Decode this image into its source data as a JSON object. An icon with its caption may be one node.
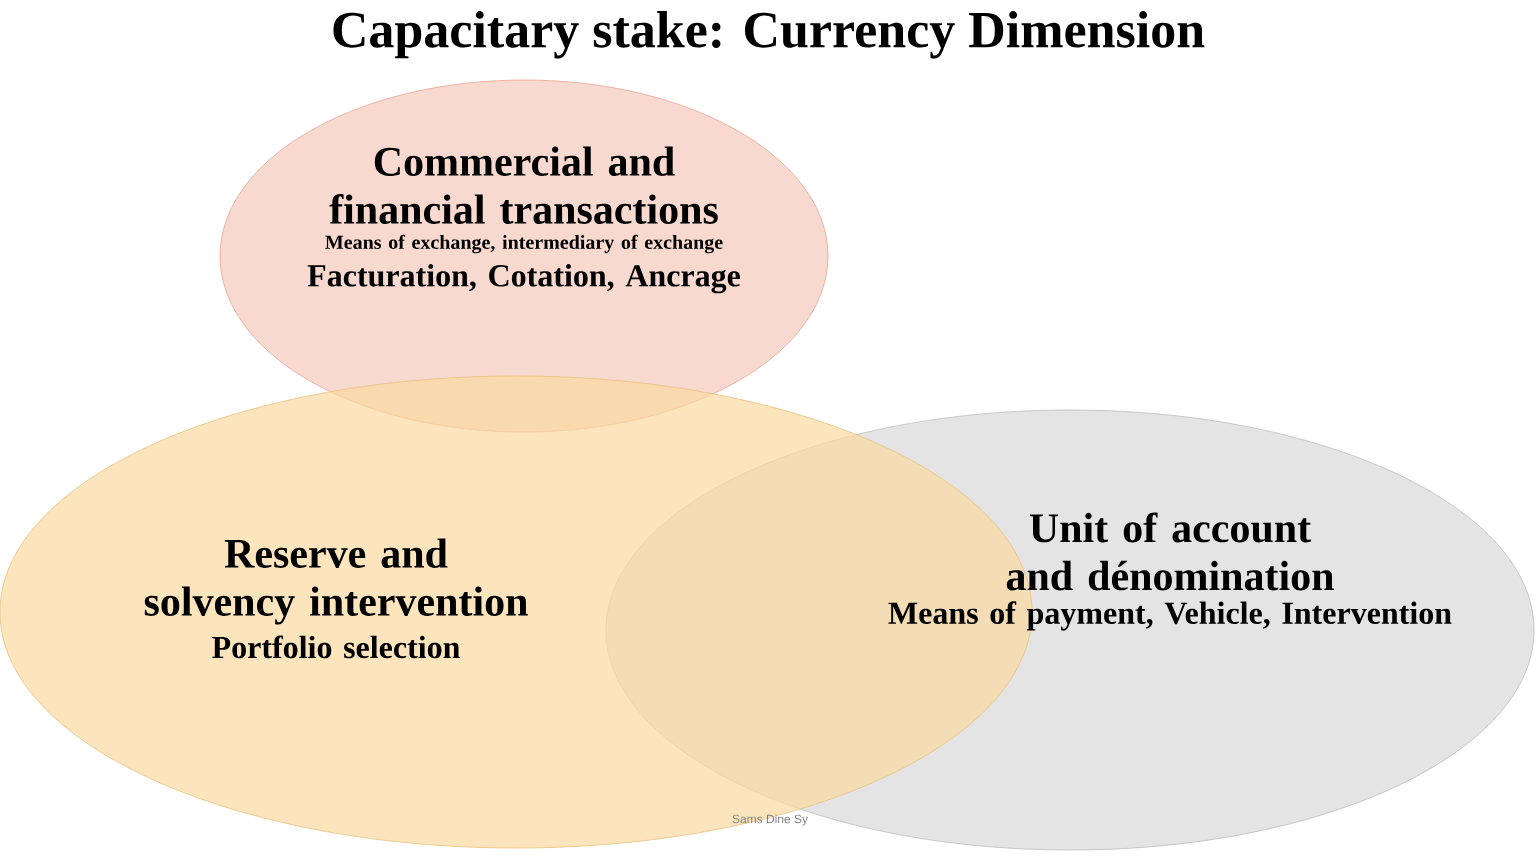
{
  "diagram": {
    "title": "Capacitary stake: Currency Dimension",
    "nodes": [
      {
        "text": [
          "Commercial and financial transactions",
          "Means of exchange, intermediary of exchange",
          "Facturation, Cotation, Ancrage"
        ]
      },
      {
        "text": [
          "Reserve and solvency intervention",
          "Portfolio selection"
        ]
      },
      {
        "text": [
          "Unit of account and dénomination",
          "Means of payment, Vehicle, Intervention"
        ]
      }
    ],
    "labels": [
      "Sams Dine Sy"
    ]
  }
}
